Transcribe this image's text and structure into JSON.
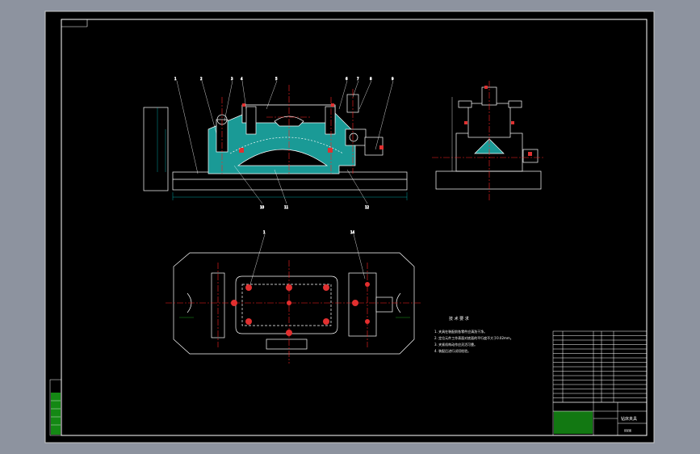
{
  "colors": {
    "workspace_bg": "#8d939f",
    "sheet_bg": "#000000",
    "line": "#ffffff",
    "center_line": "#ff2020",
    "hatch": "#1a9a96",
    "dim": "#00c8c8",
    "accent_green": "#18a018",
    "magenta": "#ff40ff",
    "yellow": "#ffff40"
  },
  "drawing": {
    "tech_requirements_title": "技 术 要 求",
    "tech_requirements": [
      "1. 夹具在装配前各零件应清洗干净。",
      "2. 定位元件工作表面对底面的平行度不大于0.02mm。",
      "3. 夹紧机构动作应灵活可靠。",
      "4. 装配后进行试切检验。"
    ],
    "balloons_front": [
      "1",
      "2",
      "3",
      "4",
      "5",
      "6",
      "7",
      "8",
      "9",
      "10",
      "11",
      "12"
    ],
    "balloons_plan": [
      "1",
      "14"
    ],
    "title_block_text": "钻床夹具",
    "title_block_sub": "装配图"
  }
}
